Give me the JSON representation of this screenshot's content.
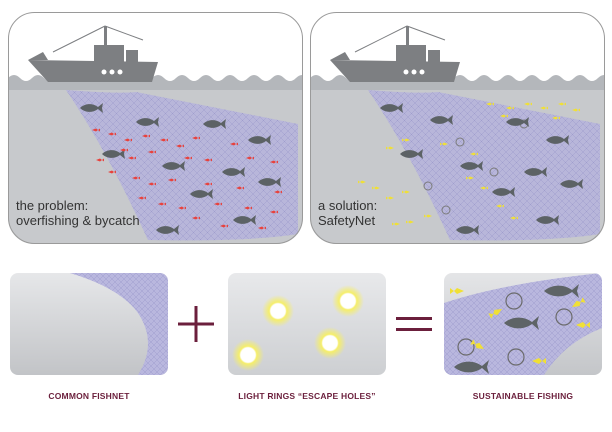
{
  "panels": {
    "problem": {
      "caption_line1": "the problem:",
      "caption_line2": "overfishing & bycatch"
    },
    "solution": {
      "caption_line1": "a solution:",
      "caption_line2": "SafetyNet"
    }
  },
  "bottom": {
    "common_fishnet": "COMMON FISHNET",
    "light_rings": "LIGHT RINGS “ESCAPE HOLES”",
    "sustainable": "SUSTAINABLE FISHING"
  },
  "colors": {
    "accent": "#6b1f3c",
    "water": "#c6c8cc",
    "net": "#b7b5dd",
    "fish": "#5e6466",
    "bycatch": "#e8413c",
    "escape_fish": "#f0e035"
  }
}
